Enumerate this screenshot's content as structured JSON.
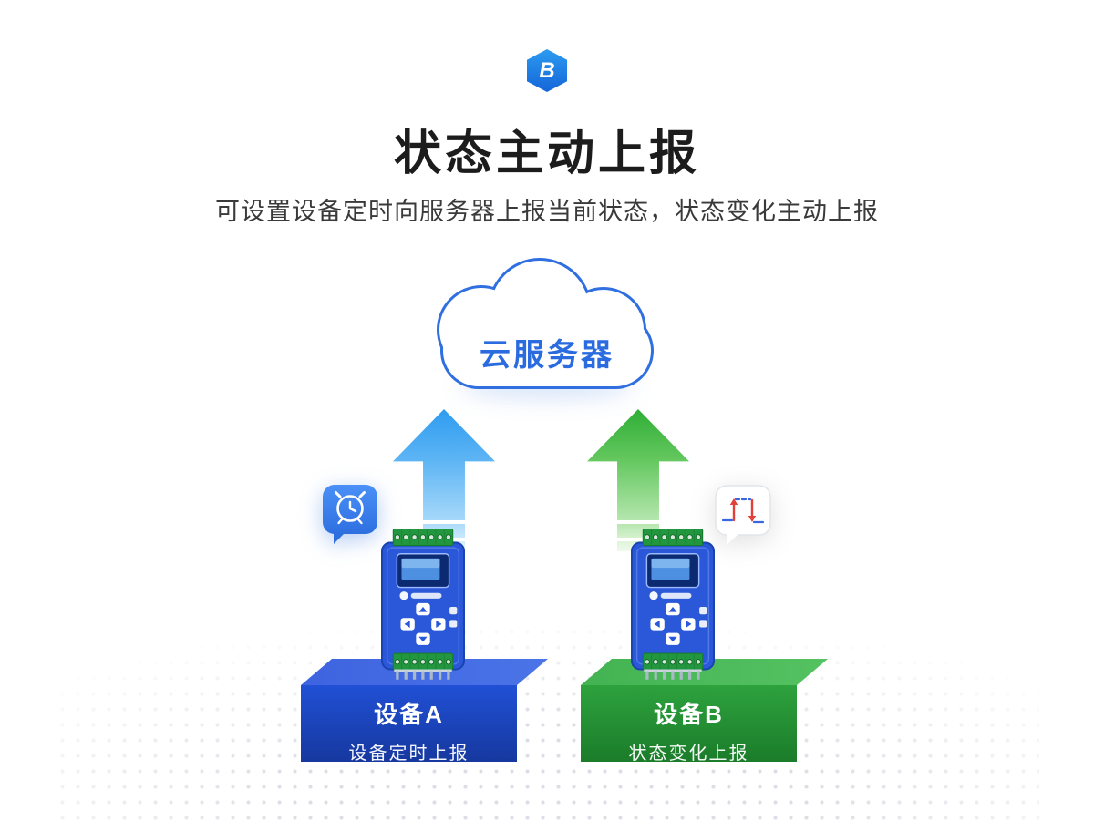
{
  "header": {
    "logo_text": "B",
    "title": "状态主动上报",
    "subtitle": "可设置设备定时向服务器上报当前状态，状态变化主动上报"
  },
  "cloud": {
    "label": "云服务器"
  },
  "device_a": {
    "name": "设备A",
    "caption": "设备定时上报"
  },
  "device_b": {
    "name": "设备B",
    "caption": "状态变化上报"
  },
  "icons": {
    "logo": "hexagon-logo-icon",
    "cloud": "cloud-icon",
    "arrow_a": "up-arrow-blue-icon",
    "arrow_b": "up-arrow-green-icon",
    "bubble_a": "alarm-clock-icon",
    "bubble_b": "level-change-icon"
  },
  "colors": {
    "accent_blue": "#2a6be0",
    "arrow_blue": "#2e9cf0",
    "arrow_green": "#2fae36",
    "platform_blue": "#2150d6",
    "platform_green": "#2da23d",
    "device_body": "#2a58d8",
    "terminal_green": "#23973f"
  }
}
